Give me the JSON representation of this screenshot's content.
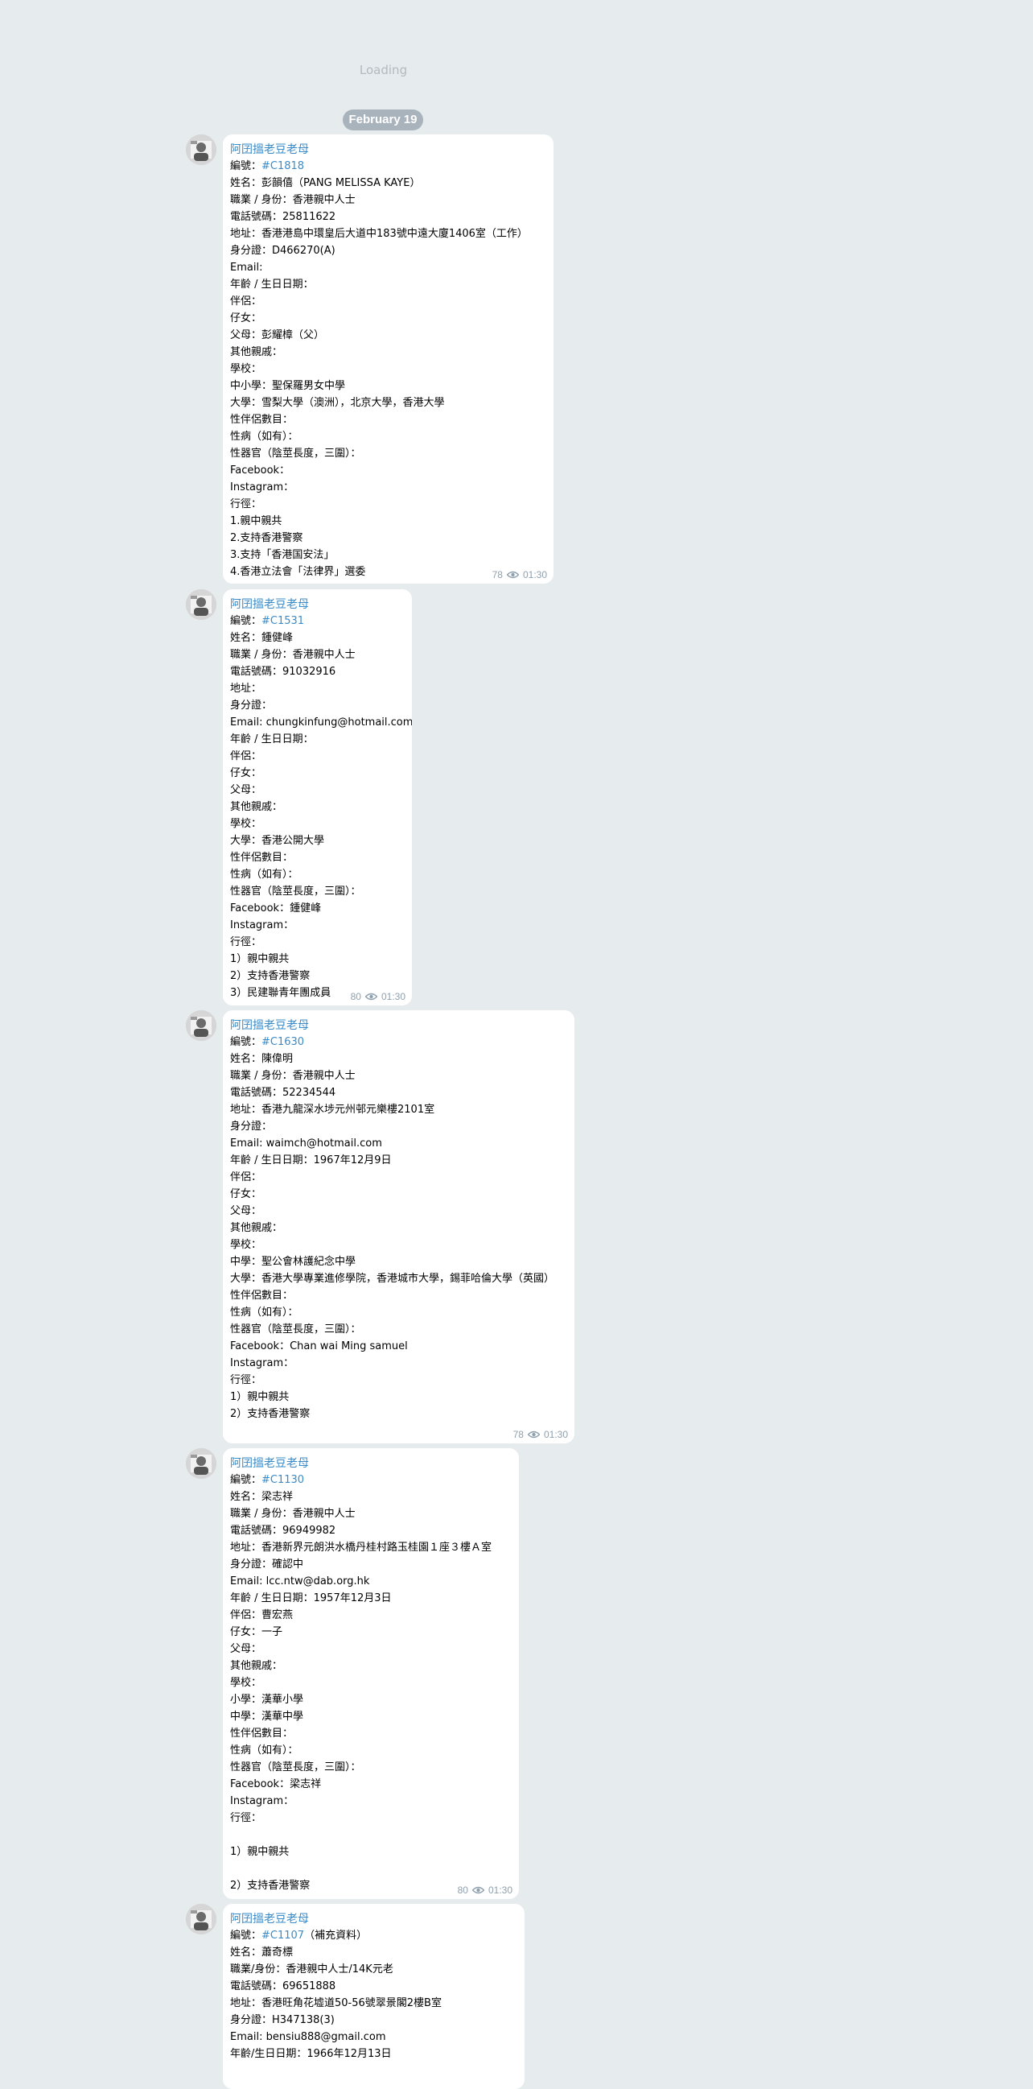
{
  "feed": {
    "loading_text": "Loading",
    "date_label": "February 19"
  },
  "messages": [
    {
      "sender": "阿囝搵老豆老母",
      "id_prefix": "編號：",
      "id_tag": "#C1818",
      "id_suffix": "",
      "lines": [
        "姓名：彭韻僖（PANG MELISSA KAYE）",
        "職業 / 身份：香港親中人士",
        "電話號碼：25811622",
        "地址：香港港島中環皇后大道中183號中遠大廈1406室（工作）",
        "身分證：D466270(A)",
        "Email:",
        "年齡 / 生日日期：",
        "伴侶：",
        "仔女：",
        "父母：彭耀樟（父）",
        "其他親戚：",
        "學校：",
        "中小學：聖保羅男女中學",
        "大學：雪梨大學（澳洲），北京大學，香港大學",
        "性伴侶數目：",
        "性病（如有）：",
        "性器官（陰莖長度，三圍）：",
        "Facebook：",
        "Instagram：",
        "行徑：",
        "1.親中親共",
        "2.支持香港警察",
        "3.支持「香港国安法」",
        "4.香港立法會「法律界」選委"
      ],
      "views": "78",
      "time": "01:30"
    },
    {
      "sender": "阿囝搵老豆老母",
      "id_prefix": "編號：",
      "id_tag": "#C1531",
      "id_suffix": "",
      "lines": [
        "姓名：鍾健峰",
        "職業 / 身份：香港親中人士",
        "電話號碼：91032916",
        "地址：",
        "身分證：",
        "Email: chungkinfung@hotmail.com",
        "年齡 / 生日日期：",
        "伴侶：",
        "仔女：",
        "父母：",
        "其他親戚：",
        "學校：",
        "大學：香港公開大學",
        "性伴侶數目：",
        "性病（如有）：",
        "性器官（陰莖長度，三圍）：",
        "Facebook：鍾健峰",
        "Instagram：",
        "行徑：",
        "1）親中親共",
        "2）支持香港警察",
        "3）民建聯青年團成員"
      ],
      "views": "80",
      "time": "01:30"
    },
    {
      "sender": "阿囝搵老豆老母",
      "id_prefix": "編號：",
      "id_tag": "#C1630",
      "id_suffix": "",
      "lines": [
        "姓名：陳偉明",
        "職業 / 身份：香港親中人士",
        "電話號碼：52234544",
        "地址：香港九龍深水埗元州邨元樂樓2101室",
        "身分證：",
        "Email: waimch@hotmail.com",
        "年齡 / 生日日期：1967年12月9日",
        "伴侶：",
        "仔女：",
        "父母：",
        "其他親戚：",
        "學校：",
        "中學：聖公會林護紀念中學",
        "大學：香港大學專業進修學院，香港城市大學，錫菲哈倫大學（英國）",
        "性伴侶數目：",
        "性病（如有）：",
        "性器官（陰莖長度，三圍）：",
        "Facebook：Chan wai Ming samuel",
        "Instagram：",
        "行徑：",
        "1）親中親共",
        "2）支持香港警察"
      ],
      "views": "78",
      "time": "01:30"
    },
    {
      "sender": "阿囝搵老豆老母",
      "id_prefix": "編號：",
      "id_tag": "#C1130",
      "id_suffix": "",
      "lines": [
        "姓名：梁志祥",
        "職業 / 身份：香港親中人士",
        "電話號碼：96949982",
        "地址：香港新界元朗洪水橋丹桂村路玉桂園１座３樓Ａ室",
        "身分證：確認中",
        "Email: lcc.ntw@dab.org.hk",
        "年齡 / 生日日期：1957年12月3日",
        "伴侶：曹宏燕",
        "仔女：一子",
        "父母：",
        "其他親戚：",
        "學校：",
        "小學：漢華小學",
        "中學：漢華中學",
        "性伴侶數目：",
        "性病（如有）：",
        "性器官（陰莖長度，三圍）：",
        "Facebook：梁志祥",
        "Instagram：",
        "行徑：",
        "",
        "1）親中親共",
        "",
        "2）支持香港警察"
      ],
      "views": "80",
      "time": "01:30"
    },
    {
      "sender": "阿囝搵老豆老母",
      "id_prefix": "編號：",
      "id_tag": "#C1107",
      "id_suffix": "（補充資料）",
      "lines": [
        "姓名：蕭奇標",
        "職業/身份：香港親中人士/14K元老",
        "電話號碼：69651888",
        "地址：香港旺角花墟道50-56號翠景閣2樓B室",
        "身分證：H347138(3)",
        "Email: bensiu888@gmail.com",
        "年齡/生日日期：1966年12月13日"
      ],
      "views": "",
      "time": ""
    }
  ]
}
